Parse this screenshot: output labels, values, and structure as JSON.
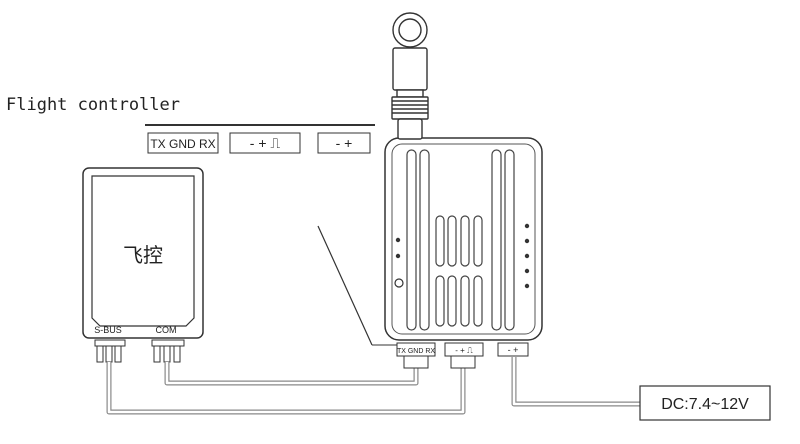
{
  "heading": "Flight controller",
  "pin_labels": {
    "tx_gnd_rx": "TX GND RX",
    "minus_plus_signal": "- + ⎍",
    "minus_plus": "- +"
  },
  "flight_controller": {
    "title": "飞控",
    "sbus_label": "S-BUS",
    "com_label": "COM"
  },
  "module_ports": {
    "tx_gnd_rx": "TX GND RX",
    "minus_plus_signal": "- + ⎍",
    "minus_plus": "- +"
  },
  "power_label": "DC:7.4~12V",
  "colors": {
    "stroke": "#333333",
    "wire": "#888888",
    "text": "#222222"
  }
}
